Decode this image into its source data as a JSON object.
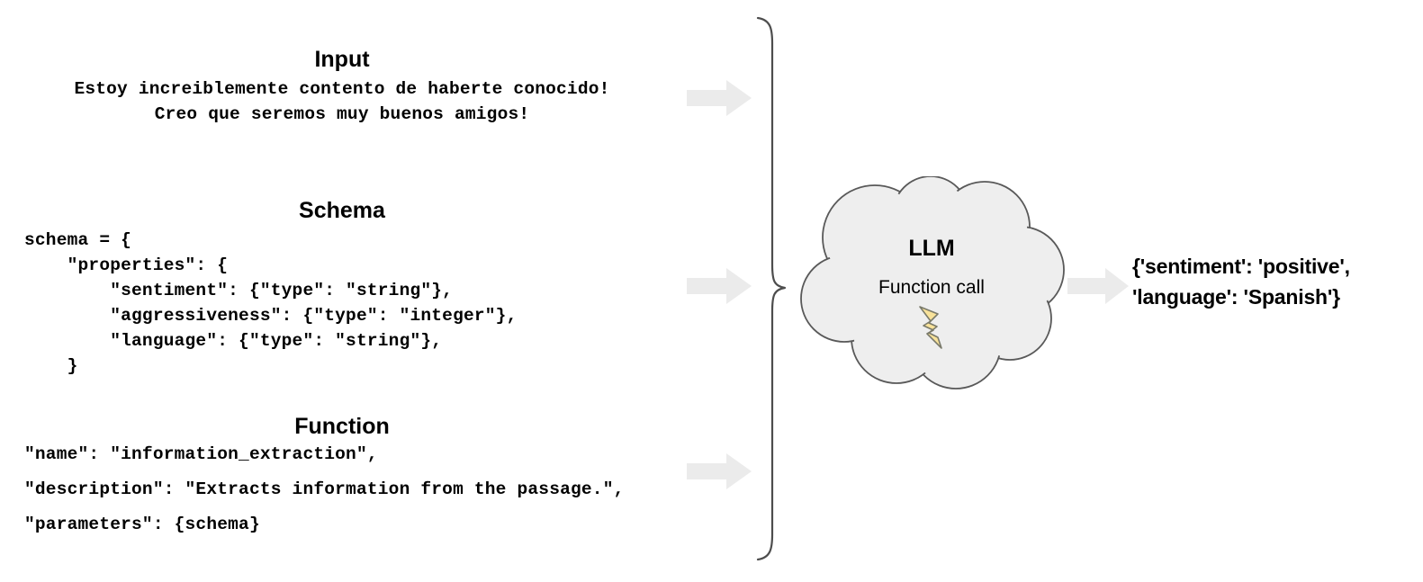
{
  "diagram": {
    "title": "LLM function-call information extraction flow",
    "colors": {
      "arrow_fill": "#ebebeb",
      "cloud_fill": "#eeeeee",
      "cloud_stroke": "#595959",
      "bolt_fill": "#f8e29a",
      "bolt_stroke": "#7a7a6a",
      "brace_stroke": "#4d4d4d",
      "text": "#000000"
    }
  },
  "input_section": {
    "heading": "Input",
    "lines": [
      "Estoy increiblemente contento de haberte conocido!",
      "Creo que seremos muy buenos amigos!"
    ]
  },
  "schema_section": {
    "heading": "Schema",
    "lines": [
      "schema = {",
      "    \"properties\": {",
      "        \"sentiment\": {\"type\": \"string\"},",
      "        \"aggressiveness\": {\"type\": \"integer\"},",
      "        \"language\": {\"type\": \"string\"},",
      "    }"
    ]
  },
  "function_section": {
    "heading": "Function",
    "lines": [
      "\"name\": \"information_extraction\",",
      "\"description\": \"Extracts information from the passage.\",",
      "\"parameters\": {schema}"
    ]
  },
  "arrows": {
    "input_arrow": "right-arrow-icon",
    "schema_arrow": "right-arrow-icon",
    "function_arrow": "right-arrow-icon",
    "output_arrow": "right-arrow-icon"
  },
  "brace": {
    "icon": "right-curly-brace-icon"
  },
  "llm": {
    "shape": "cloud-icon",
    "title": "LLM",
    "subtitle": "Function call",
    "bolt_icon": "lightning-bolt-icon"
  },
  "output": {
    "lines": [
      "{'sentiment': 'positive',",
      "'language': 'Spanish'}"
    ]
  }
}
